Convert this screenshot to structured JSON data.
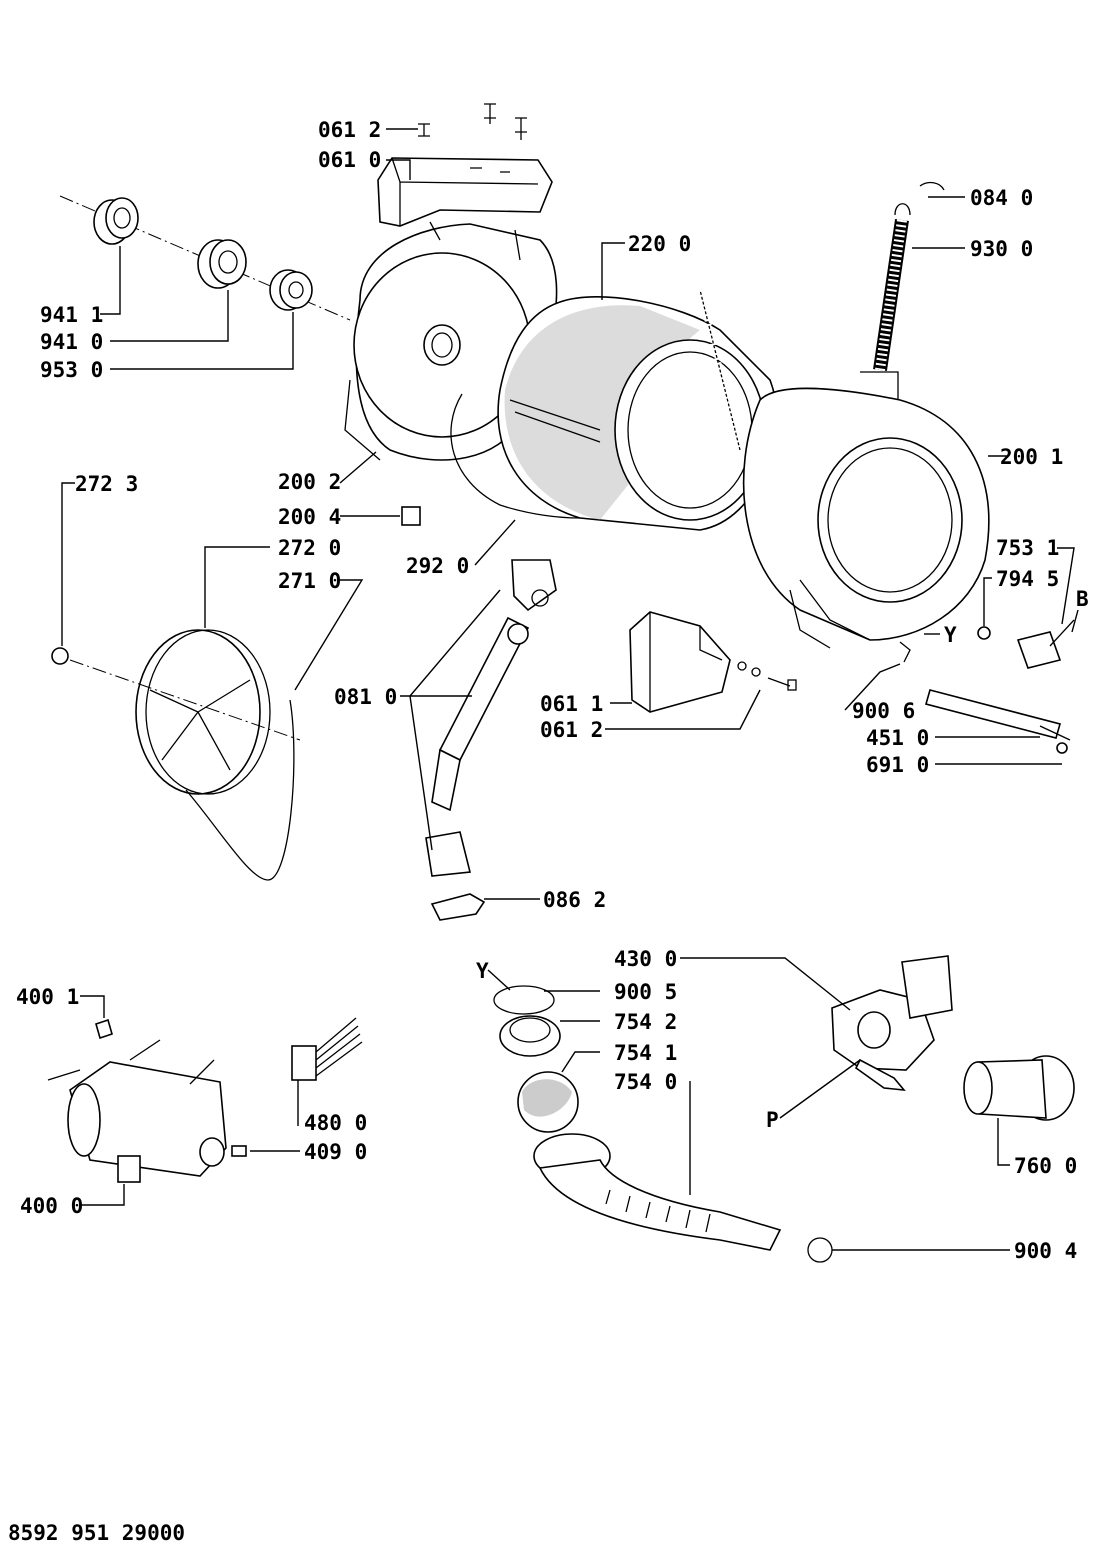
{
  "diagram": {
    "document_number": "8592 951 29000",
    "labels": {
      "l0612a": "061 2",
      "l0610": "061 0",
      "l0840": "084 0",
      "l9300": "930 0",
      "l2200": "220 0",
      "l9411": "941 1",
      "l9410": "941 0",
      "l9530": "953 0",
      "l2001": "200 1",
      "l2002": "200 2",
      "l2723": "272 3",
      "l2004": "200 4",
      "l2720": "272 0",
      "l2920": "292 0",
      "l7531": "753 1",
      "l2710": "271 0",
      "l7945": "794 5",
      "lB": "B",
      "lY1": "Y",
      "l0810": "081 0",
      "l0611": "061 1",
      "l0612b": "061 2",
      "l9006": "900 6",
      "l4510": "451 0",
      "l6910": "691 0",
      "l0862": "086 2",
      "lY2": "Y",
      "l4300": "430 0",
      "l9005": "900 5",
      "l4001": "400 1",
      "l7542": "754 2",
      "l7541": "754 1",
      "l7540": "754 0",
      "l4800": "480 0",
      "lP": "P",
      "l4090": "409 0",
      "l7600": "760 0",
      "l4000": "400 0",
      "l9004": "900 4"
    }
  }
}
